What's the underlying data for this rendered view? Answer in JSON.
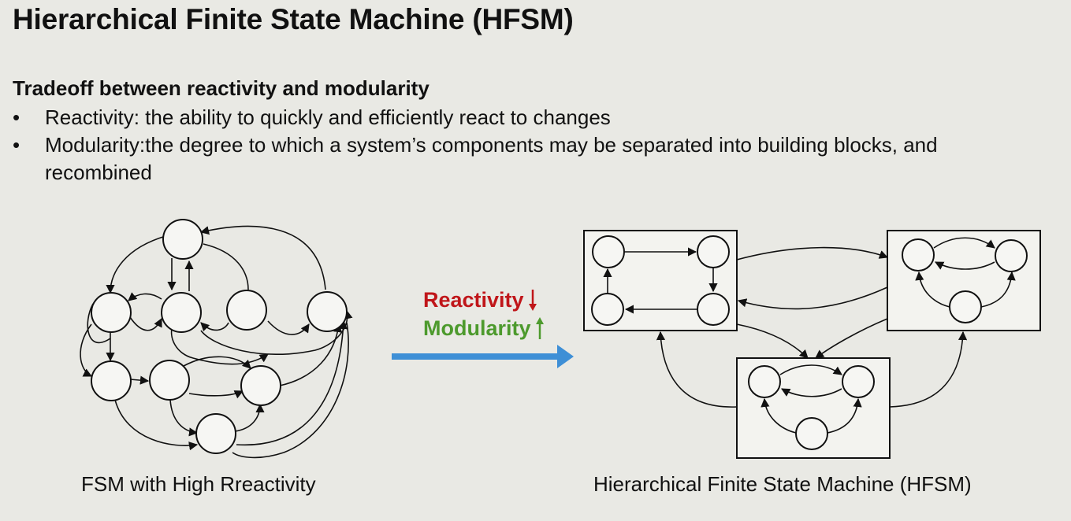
{
  "slide": {
    "title": "Hierarchical Finite State Machine (HFSM)",
    "subtitle": "Tradeoff between reactivity and modularity",
    "bullets": [
      "Reactivity: the ability to quickly and efficiently react to changes",
      "Modularity:the degree to which a system’s components may be separated into building blocks, and recombined"
    ],
    "indicators": {
      "reactivity": "Reactivity",
      "modularity": "Modularity"
    },
    "captions": {
      "left": "FSM with High Rreactivity",
      "right": "Hierarchical Finite State Machine (HFSM)"
    }
  },
  "colors": {
    "reactivity_down": "#c0161a",
    "modularity_up": "#4d9a2d",
    "transition_arrow": "#3e8fd6"
  },
  "icons": {
    "reactivity_indicator": "arrow-down-icon",
    "modularity_indicator": "arrow-up-icon",
    "transition": "arrow-right-icon"
  }
}
